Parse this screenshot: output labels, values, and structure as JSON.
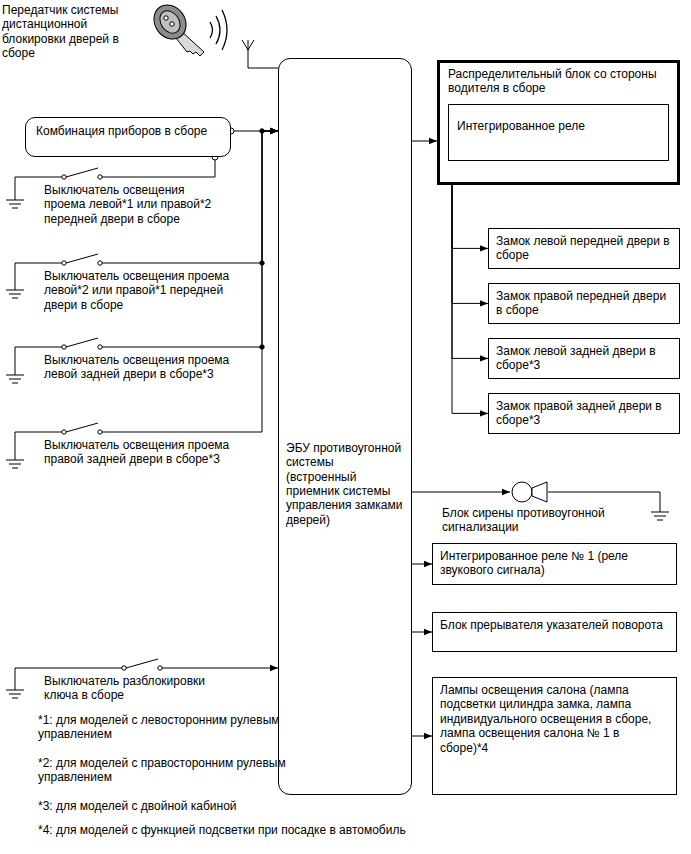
{
  "diagram": {
    "nodes": [
      {
        "text": [
          "Комбинация приборов в сборе"
        ]
      },
      {
        "text": [
          "Выключатель освещения проема левой*1 или правой*2 передней двери в сборе"
        ]
      },
      {
        "text": [
          "Выключатель освещения проема левой*2 или правой*1 передней двери в сборе"
        ]
      },
      {
        "text": [
          "Выключатель освещения проема левой задней двери в сборе*3"
        ]
      },
      {
        "text": [
          "Выключатель освещения проема правой задней двери в сборе*3"
        ]
      },
      {
        "text": [
          "Выключатель разблокировки ключа в сборе"
        ]
      },
      {
        "text": [
          "ЭБУ противоугонной системы (встроенный приемник системы управления замками дверей)"
        ]
      },
      {
        "text": [
          "Распределительный блок со стороны водителя в сборе"
        ]
      },
      {
        "text": [
          "Интегрированное реле"
        ],
        "in": 7
      },
      {
        "text": [
          "Замок левой передней двери в сборе"
        ]
      },
      {
        "text": [
          "Замок правой передней двери в сборе"
        ]
      },
      {
        "text": [
          "Замок левой задней двери в сборе*3"
        ]
      },
      {
        "text": [
          "Замок правой задней двери в сборе*3"
        ]
      },
      {
        "text": [
          "Блок сирены противоугонной сигнализации"
        ]
      },
      {
        "text": [
          "Интегрированное реле № 1 (реле звукового сигнала)"
        ]
      },
      {
        "text": [
          "Блок прерывателя указателей поворота"
        ]
      },
      {
        "text": [
          "Лампы освещения салона (лампа подсветки цилиндра замка, лампа индивидуального освещения в сборе, лампа освещения салона № 1 в сборе)*4"
        ]
      }
    ],
    "edges": [
      {
        "from": 1,
        "to": 0,
        "arrow": "none"
      },
      {
        "from": 0,
        "to": 6,
        "arrow": "to"
      },
      {
        "from": 2,
        "to": 6,
        "arrow": "to"
      },
      {
        "from": 3,
        "to": 6,
        "arrow": "to"
      },
      {
        "from": 4,
        "to": 6,
        "arrow": "to"
      },
      {
        "from": 5,
        "to": 6,
        "arrow": "to"
      },
      {
        "from": 6,
        "to": 7,
        "arrow": "to"
      },
      {
        "from": 7,
        "to": 9,
        "arrow": "to"
      },
      {
        "from": 7,
        "to": 10,
        "arrow": "to"
      },
      {
        "from": 7,
        "to": 11,
        "arrow": "to"
      },
      {
        "from": 7,
        "to": 12,
        "arrow": "to"
      },
      {
        "from": 6,
        "to": 13,
        "arrow": "to"
      },
      {
        "from": 6,
        "to": 14,
        "arrow": "to"
      },
      {
        "from": 6,
        "to": 15,
        "arrow": "to"
      },
      {
        "from": 6,
        "to": 16,
        "arrow": "to"
      }
    ],
    "labels": [
      "Передатчик системы дистанционной блокировки дверей в сборе",
      "*1: для моделей с левосторонним рулевым управлением",
      "*2: для моделей с правосторонним рулевым управлением",
      "*3: для моделей с двойной кабиной",
      "*4: для моделей с функцией подсветки при посадке в автомобиль"
    ]
  }
}
